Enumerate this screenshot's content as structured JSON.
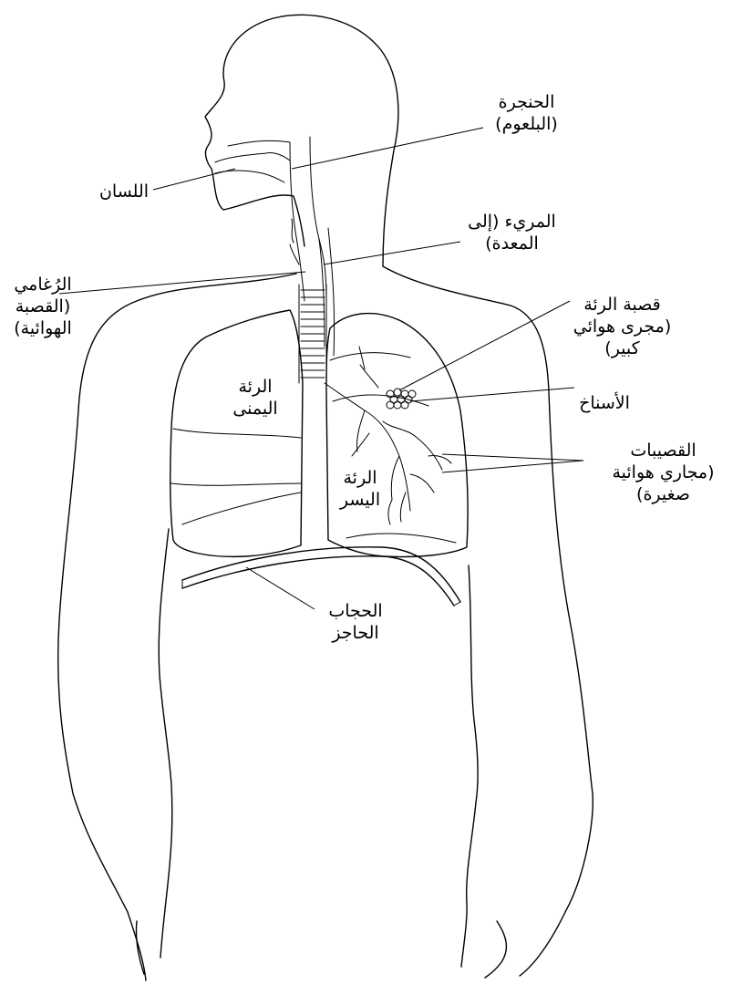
{
  "labels": {
    "larynx": [
      "الحنجرة",
      "(البلعوم)"
    ],
    "tongue": [
      "اللسان"
    ],
    "esophagus": [
      "المريء (إلى",
      "المعدة)"
    ],
    "trachea": [
      "الرُغامي",
      "(القصبة",
      "الهوائية)"
    ],
    "bronchus": [
      "قصبة الرئة",
      "(مجرى هوائي",
      "كبير)"
    ],
    "alveoli": [
      "الأسناخ"
    ],
    "right_lung": [
      "الرئة",
      "اليمنى"
    ],
    "left_lung": [
      "الرئة",
      "اليسر"
    ],
    "bronchioles": [
      "القصيبات",
      "(مجاري هوائية",
      "صغيرة)"
    ],
    "diaphragm": [
      "الحجاب",
      "الحاجز"
    ]
  }
}
